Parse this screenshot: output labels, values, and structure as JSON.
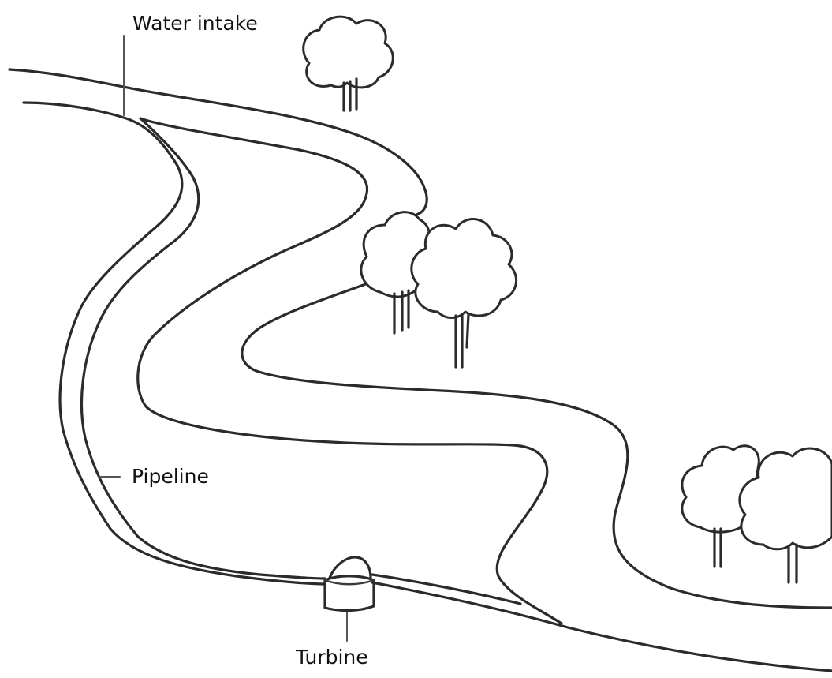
{
  "labels": {
    "water_intake": "Water intake",
    "pipeline": "Pipeline",
    "turbine": "Turbine"
  },
  "colors": {
    "ink": "#2b2b2b",
    "background": "#ffffff"
  }
}
